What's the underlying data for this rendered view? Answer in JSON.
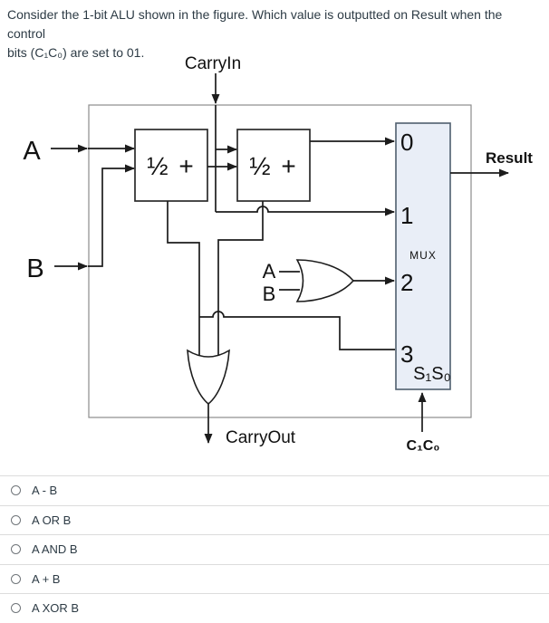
{
  "question": {
    "line1": "Consider the 1-bit ALU shown in the figure. Which value is outputted on Result when the control",
    "line2": "bits (C₁C₀) are set to 01."
  },
  "diagram": {
    "carry_in": "CarryIn",
    "carry_out": "CarryOut",
    "input_a": "A",
    "input_b": "B",
    "half_adder_1": "½ +",
    "half_adder_2": "½ +",
    "or_gate_input_a": "A",
    "or_gate_input_b": "B",
    "mux_label": "MUX",
    "mux_inputs": [
      "0",
      "1",
      "2",
      "3"
    ],
    "mux_select": "S₁S₀",
    "control_bits": "C₁C₀",
    "result": "Result"
  },
  "options": [
    {
      "label": "A - B"
    },
    {
      "label": "A OR B"
    },
    {
      "label": "A AND B"
    },
    {
      "label": "A + B"
    },
    {
      "label": "A XOR B"
    }
  ],
  "colors": {
    "mux_fill": "#e9eef7",
    "mux_border": "#4f5f6e",
    "line": "#1c1c1c",
    "text": "#2d3b45",
    "divider": "#dcdcdc",
    "outer_box": "#8c8c8c"
  }
}
